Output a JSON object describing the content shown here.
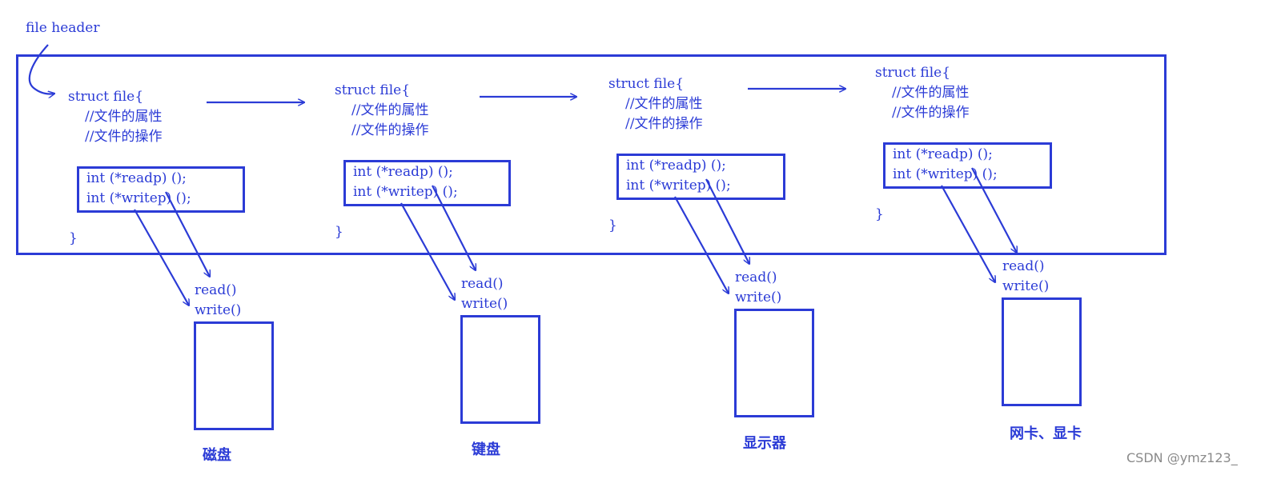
{
  "header_label": "file header",
  "structs": [
    {
      "open": "struct file{",
      "comment_attrs": "//文件的属性",
      "comment_ops": "//文件的操作",
      "read_fn": "int (*readp) ();",
      "write_fn": "int (*writep) ();",
      "close": "}",
      "device": {
        "read": "read()",
        "write": "write()",
        "label": "磁盘"
      }
    },
    {
      "open": "struct file{",
      "comment_attrs": "//文件的属性",
      "comment_ops": "//文件的操作",
      "read_fn": "int (*readp) ();",
      "write_fn": "int (*writep) ();",
      "close": "}",
      "device": {
        "read": "read()",
        "write": "write()",
        "label": "键盘"
      }
    },
    {
      "open": "struct file{",
      "comment_attrs": "//文件的属性",
      "comment_ops": "//文件的操作",
      "read_fn": "int (*readp) ();",
      "write_fn": "int (*writep) ();",
      "close": "}",
      "device": {
        "read": "read()",
        "write": "write()",
        "label": "显示器"
      }
    },
    {
      "open": "struct file{",
      "comment_attrs": "//文件的属性",
      "comment_ops": "//文件的操作",
      "read_fn": "int (*readp) ();",
      "write_fn": "int (*writep) ();",
      "close": "}",
      "device": {
        "read": "read()",
        "write": "write()",
        "label": "网卡、显卡"
      }
    }
  ],
  "watermark": "CSDN @ymz123_",
  "colors": {
    "ink": "#2b3bd6",
    "watermark": "#8a8a8a",
    "background": "#ffffff"
  }
}
